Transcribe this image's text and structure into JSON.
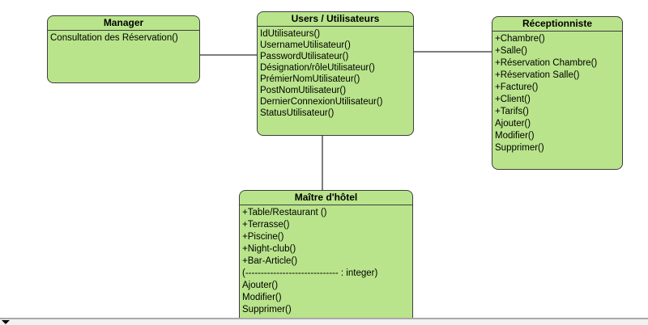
{
  "diagram": {
    "classes": [
      {
        "id": "manager",
        "title": "Manager",
        "members": [
          "Consultation des Réservation()"
        ]
      },
      {
        "id": "users",
        "title": "Users / Utilisateurs",
        "members": [
          "IdUtilisateurs()",
          "UsernameUtilisateur()",
          "PasswordUtilisateur()",
          "Désignation/rôleUtilisateur()",
          "PrémierNomUtilisateur()",
          "PostNomUtilisateur()",
          "DernierConnexionUtilisateur()",
          "StatusUtilisateur()"
        ]
      },
      {
        "id": "receptionniste",
        "title": "Réceptionniste",
        "members": [
          "+Chambre()",
          "+Salle()",
          "+Réservation Chambre()",
          "+Réservation Salle()",
          "+Facture()",
          "+Client()",
          "+Tarifs()",
          "Ajouter()",
          "Modifier()",
          "Supprimer()"
        ]
      },
      {
        "id": "maitre-dhotel",
        "title": "Maître d'hôtel",
        "members": [
          "+Table/Restaurant ()",
          "+Terrasse()",
          "+Piscine()",
          "+Night-club()",
          "+Bar-Article()",
          "(------------------------------ : integer)",
          "Ajouter()",
          "Modifier()",
          "Supprimer()"
        ]
      }
    ],
    "colors": {
      "class_fill": "#b9e48b",
      "class_border": "#3e3e3e",
      "connector": "#7d7d7d",
      "divider": "#a9a9a9"
    }
  }
}
